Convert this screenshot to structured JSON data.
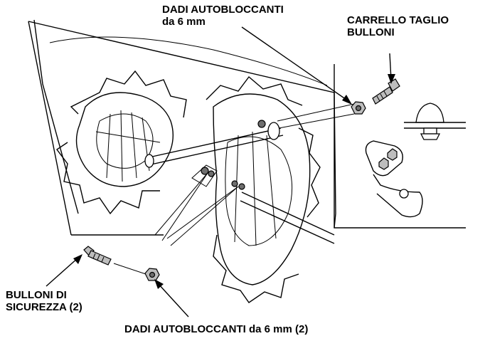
{
  "labels": {
    "self_locking_nuts_top_line1": "DADI AUTOBLOCCANTI",
    "self_locking_nuts_top_line2": "da 6 mm",
    "shear_bolt_carriage_line1": "CARRELLO TAGLIO",
    "shear_bolt_carriage_line2": "BULLONI",
    "shear_bolts_line1": "BULLONI DI",
    "shear_bolts_line2": "SICUREZZA (2)",
    "self_locking_nuts_bottom": "DADI AUTOBLOCCANTI da 6 mm (2)"
  },
  "colors": {
    "line": "#000000",
    "part_fill": "#bdbdbd",
    "background": "#ffffff"
  }
}
